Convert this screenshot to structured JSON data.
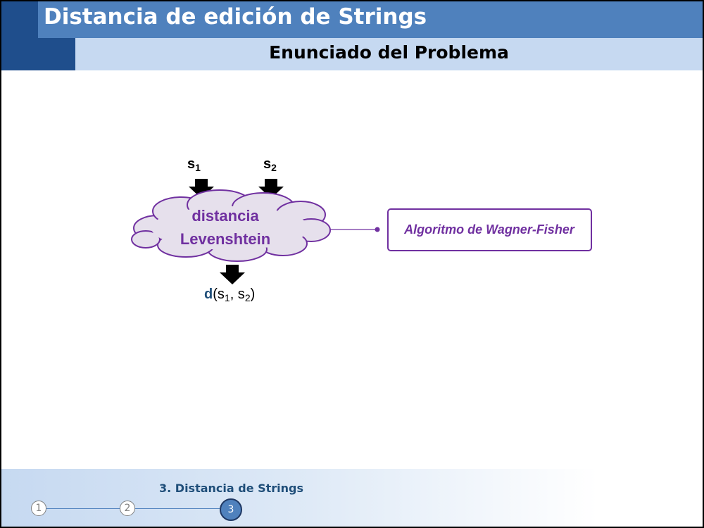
{
  "header": {
    "title": "Distancia de edición de Strings",
    "subtitle": "Enunciado del Problema"
  },
  "diagram": {
    "input_1": "s",
    "input_1_sub": "1",
    "input_2": "s",
    "input_2_sub": "2",
    "cloud_line_1": "distancia",
    "cloud_line_2": "Levenshtein",
    "output_fn": "d",
    "output_open": "(s",
    "output_sub_1": "1",
    "output_mid": ", s",
    "output_sub_2": "2",
    "output_close": ")",
    "algorithm_label": "Algoritmo de Wagner-Fisher",
    "colors": {
      "purple": "#7030a0",
      "cloud_fill": "#e6e0ec",
      "d_blue": "#1f4e79"
    }
  },
  "footer": {
    "section_label": "3. Distancia de Strings",
    "steps": [
      {
        "label": "1"
      },
      {
        "label": "2"
      },
      {
        "label": "3"
      }
    ]
  }
}
